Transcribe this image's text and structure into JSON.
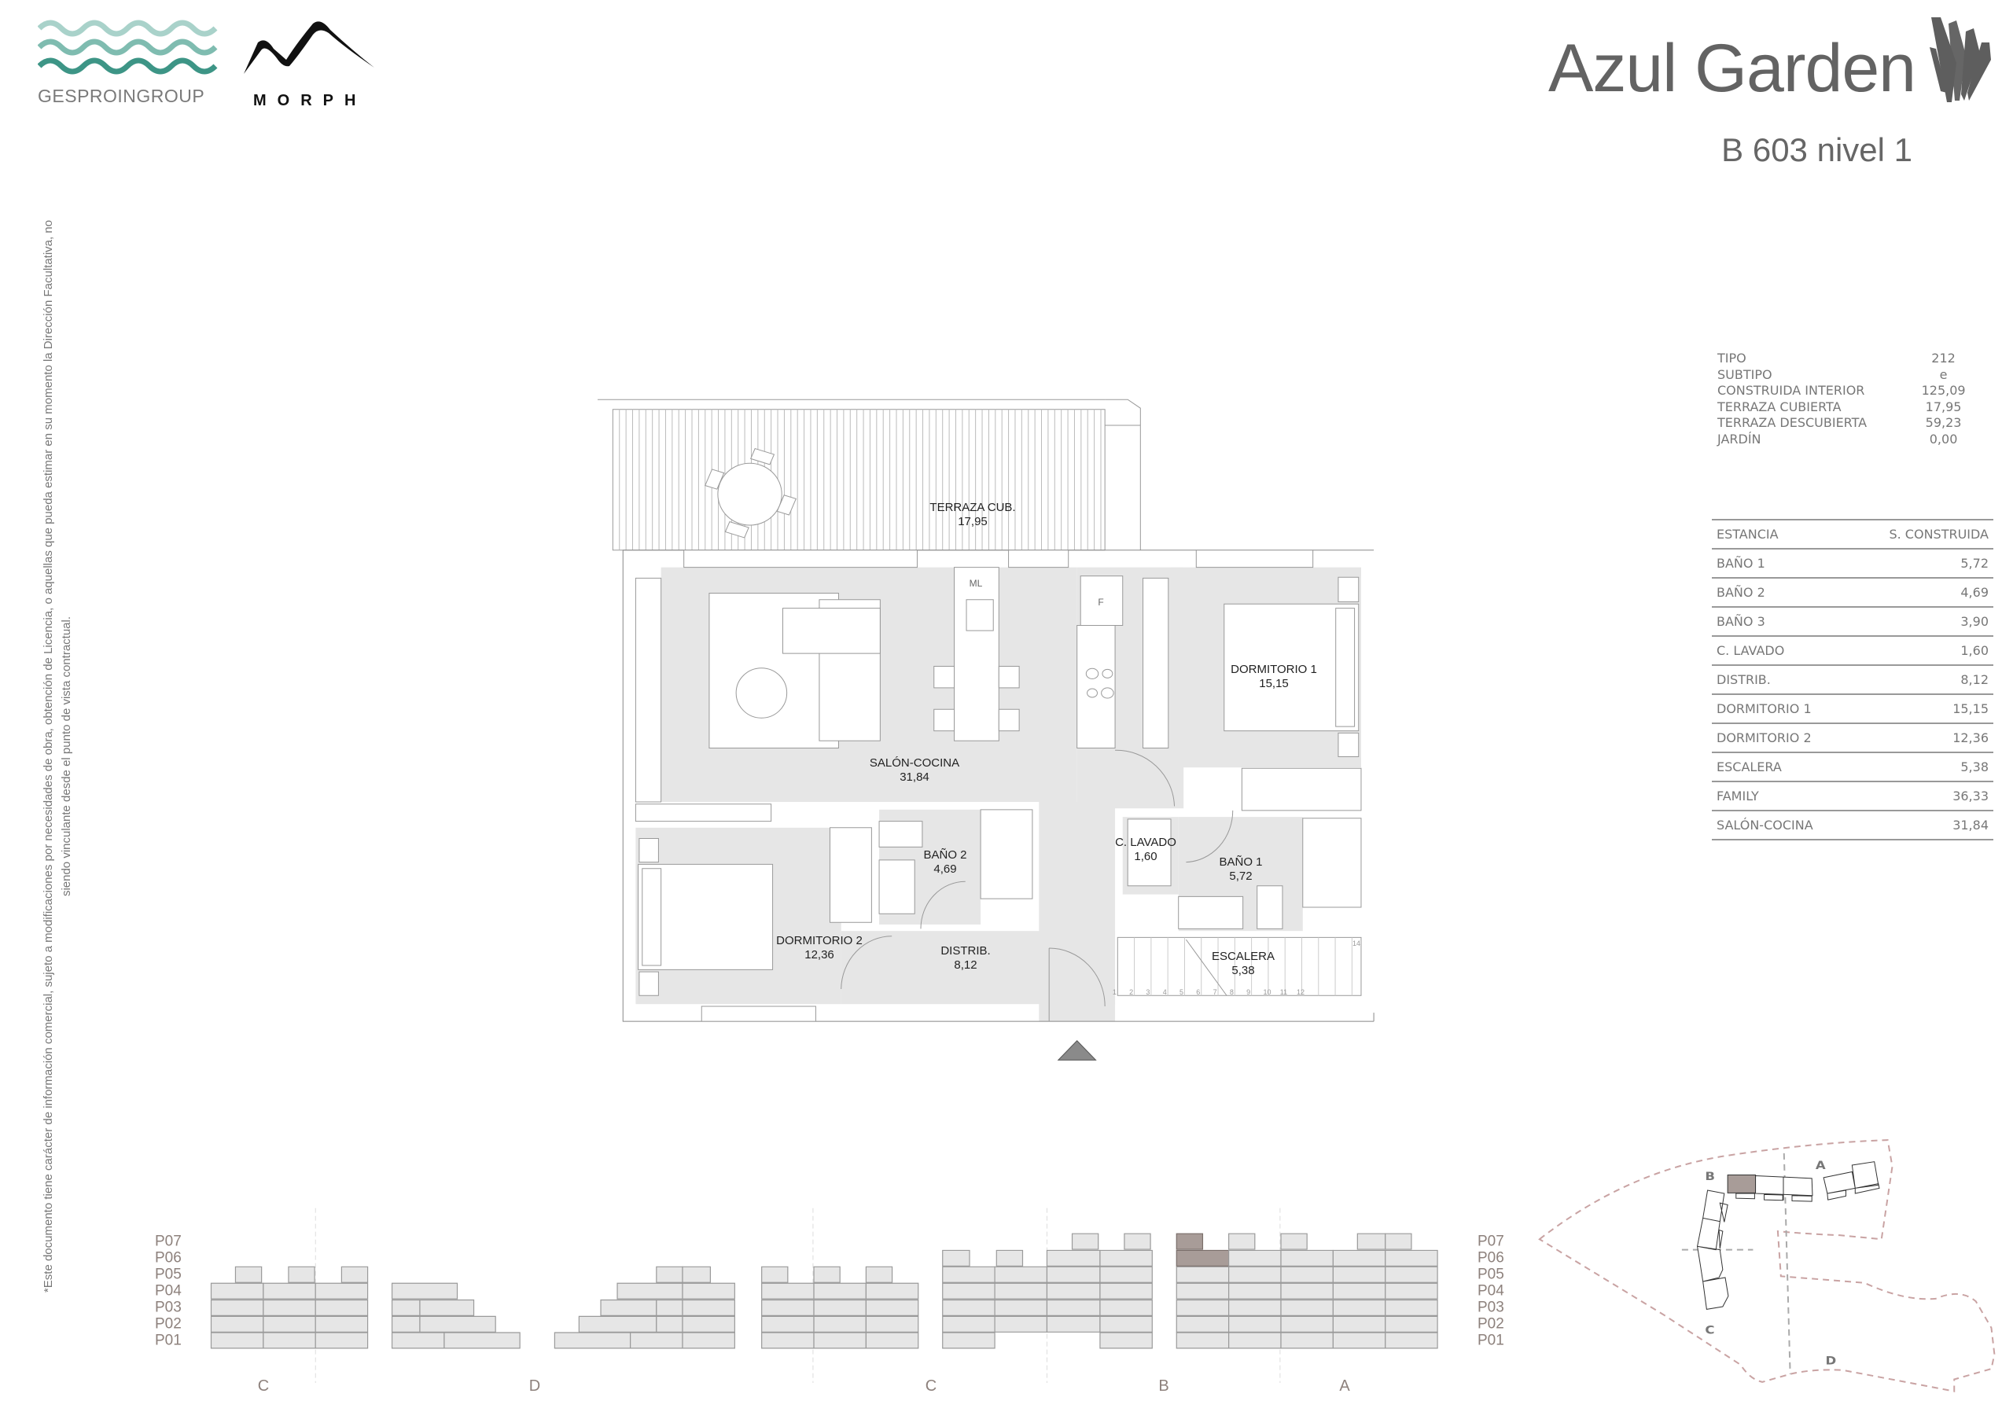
{
  "header": {
    "brand_left": "GESPROINGROUP",
    "brand_right": "MORPH",
    "title": "Azul Garden",
    "subtitle": "B 603 nivel 1"
  },
  "disclaimer": {
    "line1": "*Este documento tiene carácter de información comercial, sujeto a modificaciones por necesidades de obra, obtención de Licencia, o aquellas que pueda estimar en su momento la Dirección Facultativa, no",
    "line2": "siendo vinculante desde el punto de vista contractual."
  },
  "summary": [
    {
      "label": "TIPO",
      "value": "212"
    },
    {
      "label": "SUBTIPO",
      "value": "e"
    },
    {
      "label": "CONSTRUIDA INTERIOR",
      "value": "125,09"
    },
    {
      "label": "TERRAZA CUBIERTA",
      "value": "17,95"
    },
    {
      "label": "TERRAZA DESCUBIERTA",
      "value": "59,23"
    },
    {
      "label": "JARDÍN",
      "value": "0,00"
    }
  ],
  "rooms_table": {
    "headers": [
      "ESTANCIA",
      "S. CONSTRUIDA"
    ],
    "rows": [
      {
        "name": "BAÑO 1",
        "area": "5,72"
      },
      {
        "name": "BAÑO 2",
        "area": "4,69"
      },
      {
        "name": "BAÑO 3",
        "area": "3,90"
      },
      {
        "name": "C. LAVADO",
        "area": "1,60"
      },
      {
        "name": "DISTRIB.",
        "area": "8,12"
      },
      {
        "name": "DORMITORIO 1",
        "area": "15,15"
      },
      {
        "name": "DORMITORIO 2",
        "area": "12,36"
      },
      {
        "name": "ESCALERA",
        "area": "5,38"
      },
      {
        "name": "FAMILY",
        "area": "36,33"
      },
      {
        "name": "SALÓN-COCINA",
        "area": "31,84"
      }
    ]
  },
  "plan": {
    "rooms": {
      "terraza": {
        "name": "TERRAZA CUB.",
        "area": "17,95"
      },
      "salon": {
        "name": "SALÓN-COCINA",
        "area": "31,84"
      },
      "dorm1": {
        "name": "DORMITORIO 1",
        "area": "15,15"
      },
      "bano2": {
        "name": "BAÑO 2",
        "area": "4,69"
      },
      "lavado": {
        "name": "C. LAVADO",
        "area": "1,60"
      },
      "bano1": {
        "name": "BAÑO 1",
        "area": "5,72"
      },
      "dorm2": {
        "name": "DORMITORIO 2",
        "area": "12,36"
      },
      "distrib": {
        "name": "DISTRIB.",
        "area": "8,12"
      },
      "escalera": {
        "name": "ESCALERA",
        "area": "5,38"
      }
    },
    "appliances": {
      "washer": "ML",
      "fridge": "F"
    },
    "stair_steps": [
      "1",
      "2",
      "3",
      "4",
      "5",
      "6",
      "7",
      "8",
      "9",
      "10",
      "11",
      "12",
      "14"
    ]
  },
  "elevation": {
    "floors": [
      "P07",
      "P06",
      "P05",
      "P04",
      "P03",
      "P02",
      "P01"
    ],
    "blocks": [
      "C",
      "D",
      "C",
      "B",
      "A"
    ],
    "highlight_color": "#a89c98",
    "cell_color": "#e6e6e6"
  },
  "site_plan": {
    "labels": [
      "B",
      "A",
      "C",
      "D"
    ],
    "highlight_color": "#a89c98",
    "boundary_color": "#c9a3a3"
  },
  "colors": {
    "teal_light": "#a9d2ca",
    "teal_mid": "#7fbcb0",
    "teal_dark": "#3d9586",
    "title": "#636363"
  }
}
